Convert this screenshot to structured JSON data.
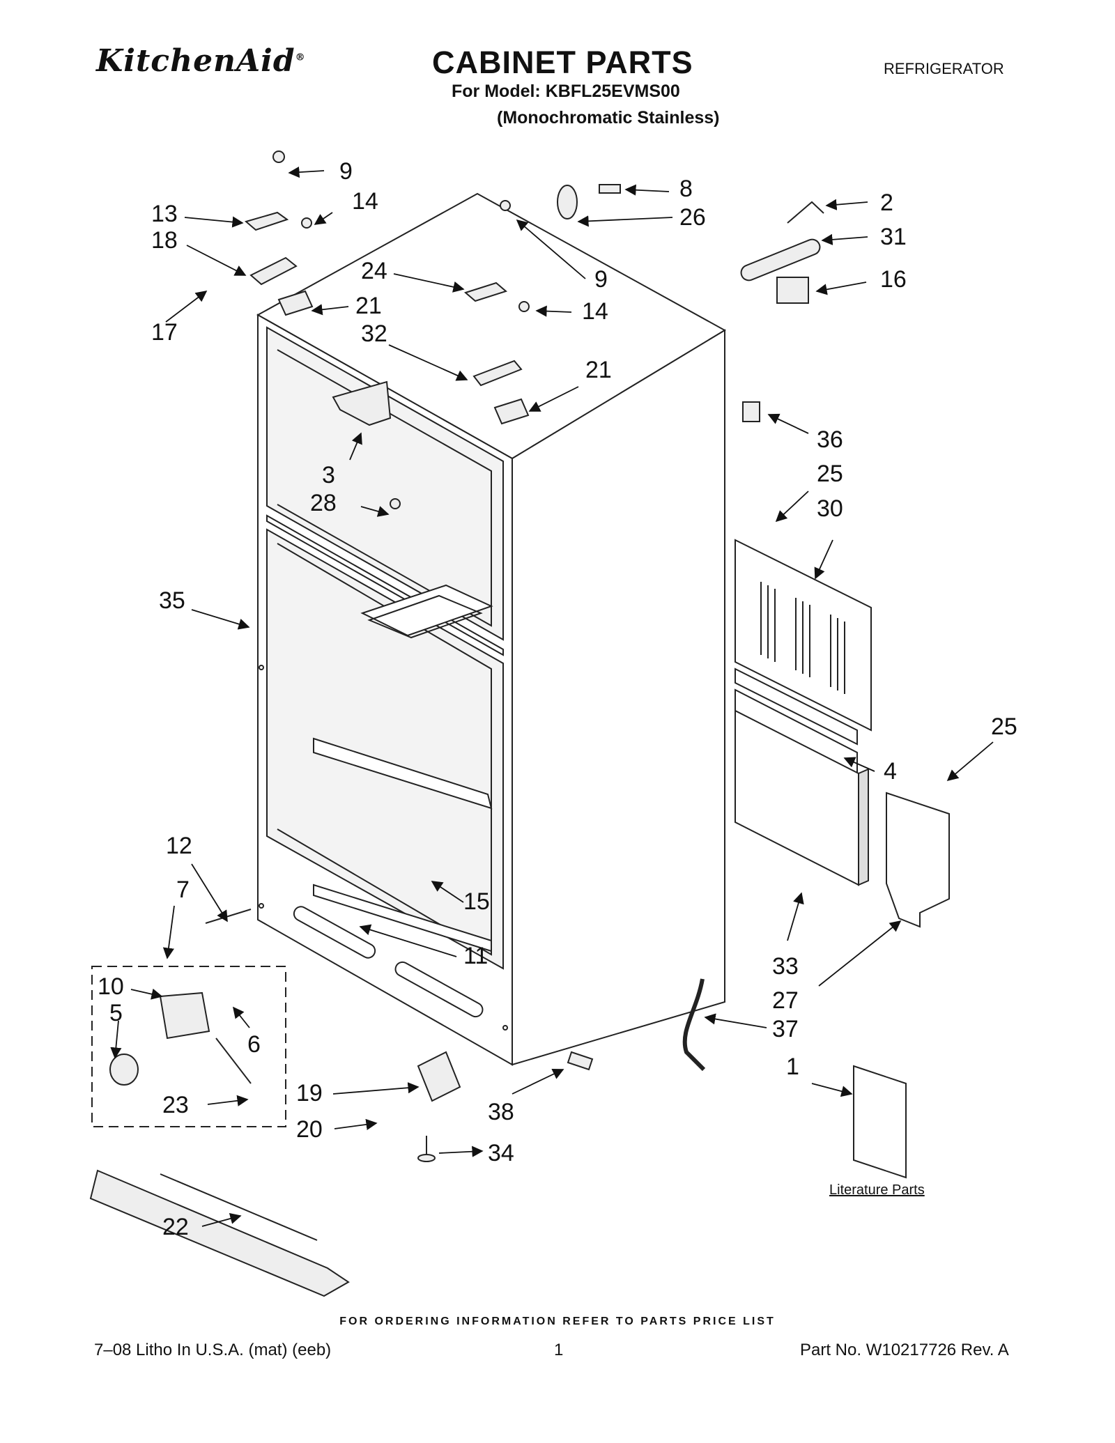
{
  "header": {
    "brand": "KitchenAid",
    "brand_mark": "®",
    "title": "CABINET PARTS",
    "category": "REFRIGERATOR",
    "model_line": "For Model: KBFL25EVMS00",
    "variant_line": "(Monochromatic Stainless)"
  },
  "diagram": {
    "callouts": {
      "p9a": "9",
      "p13": "13",
      "p14a": "14",
      "p18": "18",
      "p17": "17",
      "p21a": "21",
      "p8": "8",
      "p26": "26",
      "p2": "2",
      "p31": "31",
      "p16": "16",
      "p24": "24",
      "p9b": "9",
      "p14b": "14",
      "p32": "32",
      "p21b": "21",
      "p3": "3",
      "p28": "28",
      "p35": "35",
      "p36": "36",
      "p25a": "25",
      "p30": "30",
      "p25b": "25",
      "p4": "4",
      "p12": "12",
      "p7": "7",
      "p15": "15",
      "p11": "11",
      "p10": "10",
      "p5": "5",
      "p6": "6",
      "p23": "23",
      "p19": "19",
      "p20": "20",
      "p38": "38",
      "p34": "34",
      "p33": "33",
      "p27": "27",
      "p37": "37",
      "p1": "1",
      "p22": "22"
    },
    "literature_label": "Literature Parts"
  },
  "footer": {
    "ordering_note": "FOR ORDERING INFORMATION REFER TO PARTS PRICE LIST",
    "print_info": "7–08 Litho In U.S.A. (mat) (eeb)",
    "page_number": "1",
    "part_number": "Part No. W10217726 Rev. A"
  }
}
